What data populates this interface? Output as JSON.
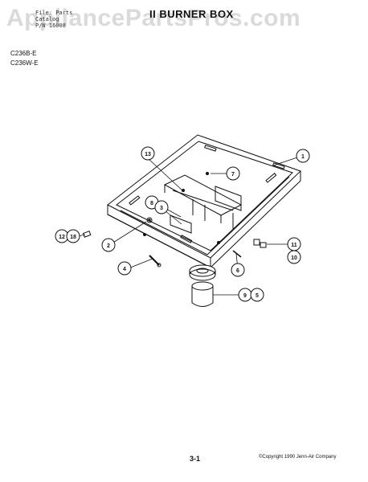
{
  "header": {
    "line1": "File: Parts",
    "line2": "Catalog",
    "line3": "P/N 16008",
    "title": "II BURNER BOX",
    "watermark": "AppliancePartsPros.com"
  },
  "models": [
    "C236B-E",
    "C236W-E"
  ],
  "callouts": {
    "c1": "1",
    "c3": "3",
    "c4": "4",
    "c6": "6",
    "c7": "7",
    "c8": "8",
    "c2": "2",
    "c13": "13",
    "c12": "12",
    "c18": "18",
    "c11": "11",
    "c10": "10",
    "c9": "9",
    "c5": "5"
  },
  "footer": {
    "page": "3-1",
    "copyright": "©Copyright 1990 Jenn-Air Company"
  }
}
